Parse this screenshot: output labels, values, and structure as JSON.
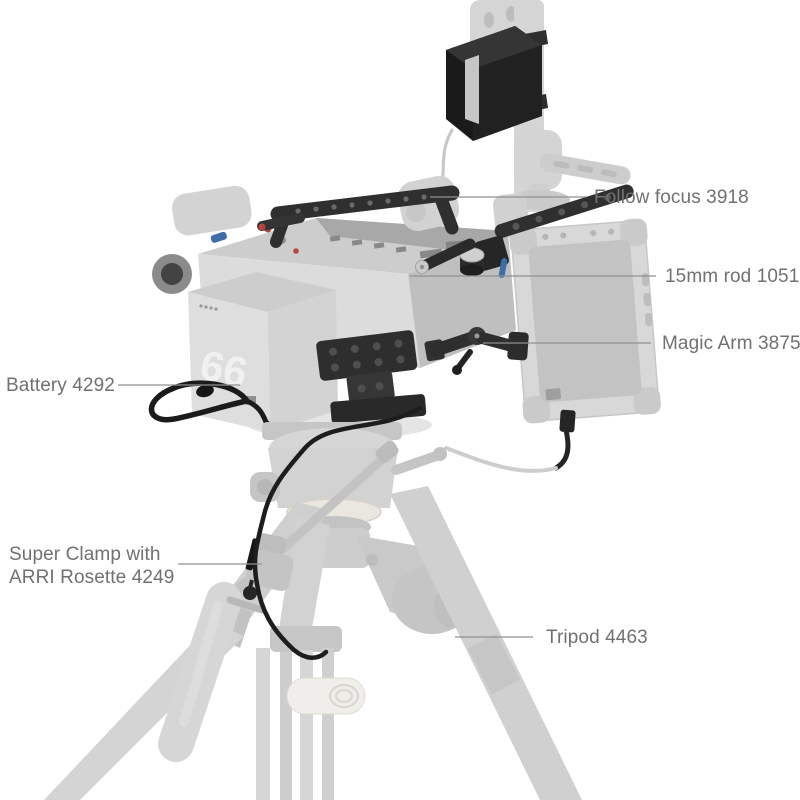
{
  "callouts": {
    "follow_focus": {
      "label": "Follow focus 3918"
    },
    "rod_15mm": {
      "label": "15mm rod 1051"
    },
    "magic_arm": {
      "label": "Magic Arm 3875"
    },
    "battery": {
      "label": "Battery 4292"
    },
    "super_clamp": {
      "line1": "Super Clamp with",
      "line2": "ARRI Rosette 4249"
    },
    "tripod": {
      "label": "Tripod 4463"
    }
  },
  "markings": {
    "battery_front": "66"
  },
  "colors": {
    "background": "#ffffff",
    "label_text": "#717171",
    "callout_line": "#909090",
    "faded_product": "#d6d6d6",
    "dark_accessory": "#222222",
    "accent_blue": "#3d6ea7",
    "accent_red": "#b8453f"
  }
}
